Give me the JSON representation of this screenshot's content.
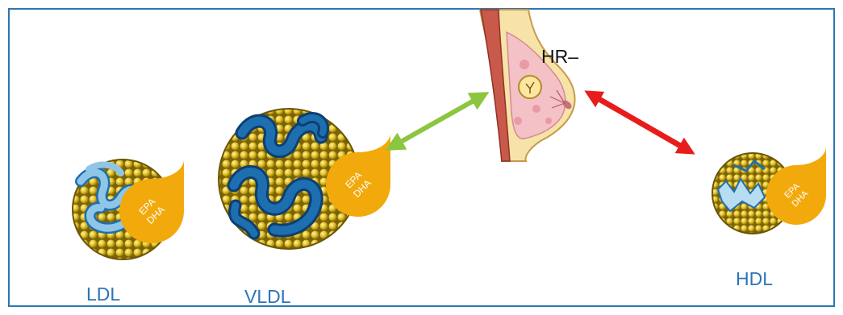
{
  "labels": {
    "ldl": "LDL",
    "vldl": "VLDL",
    "hdl": "HDL",
    "hr": "HR–"
  },
  "drop_text": {
    "line1": "EPA",
    "line2": "DHA"
  },
  "colors": {
    "border": "#2e75b6",
    "label_text": "#2e75b6",
    "drop": "#f2a90c",
    "sphere": "#e3c22a",
    "strand": "#1e6fb0",
    "strand_light": "#8fc6e8",
    "arrow_green": "#8cc63f",
    "arrow_red": "#e81c1c",
    "tissue_pink": "#f4c1c6",
    "muscle": "#c95a4b"
  }
}
